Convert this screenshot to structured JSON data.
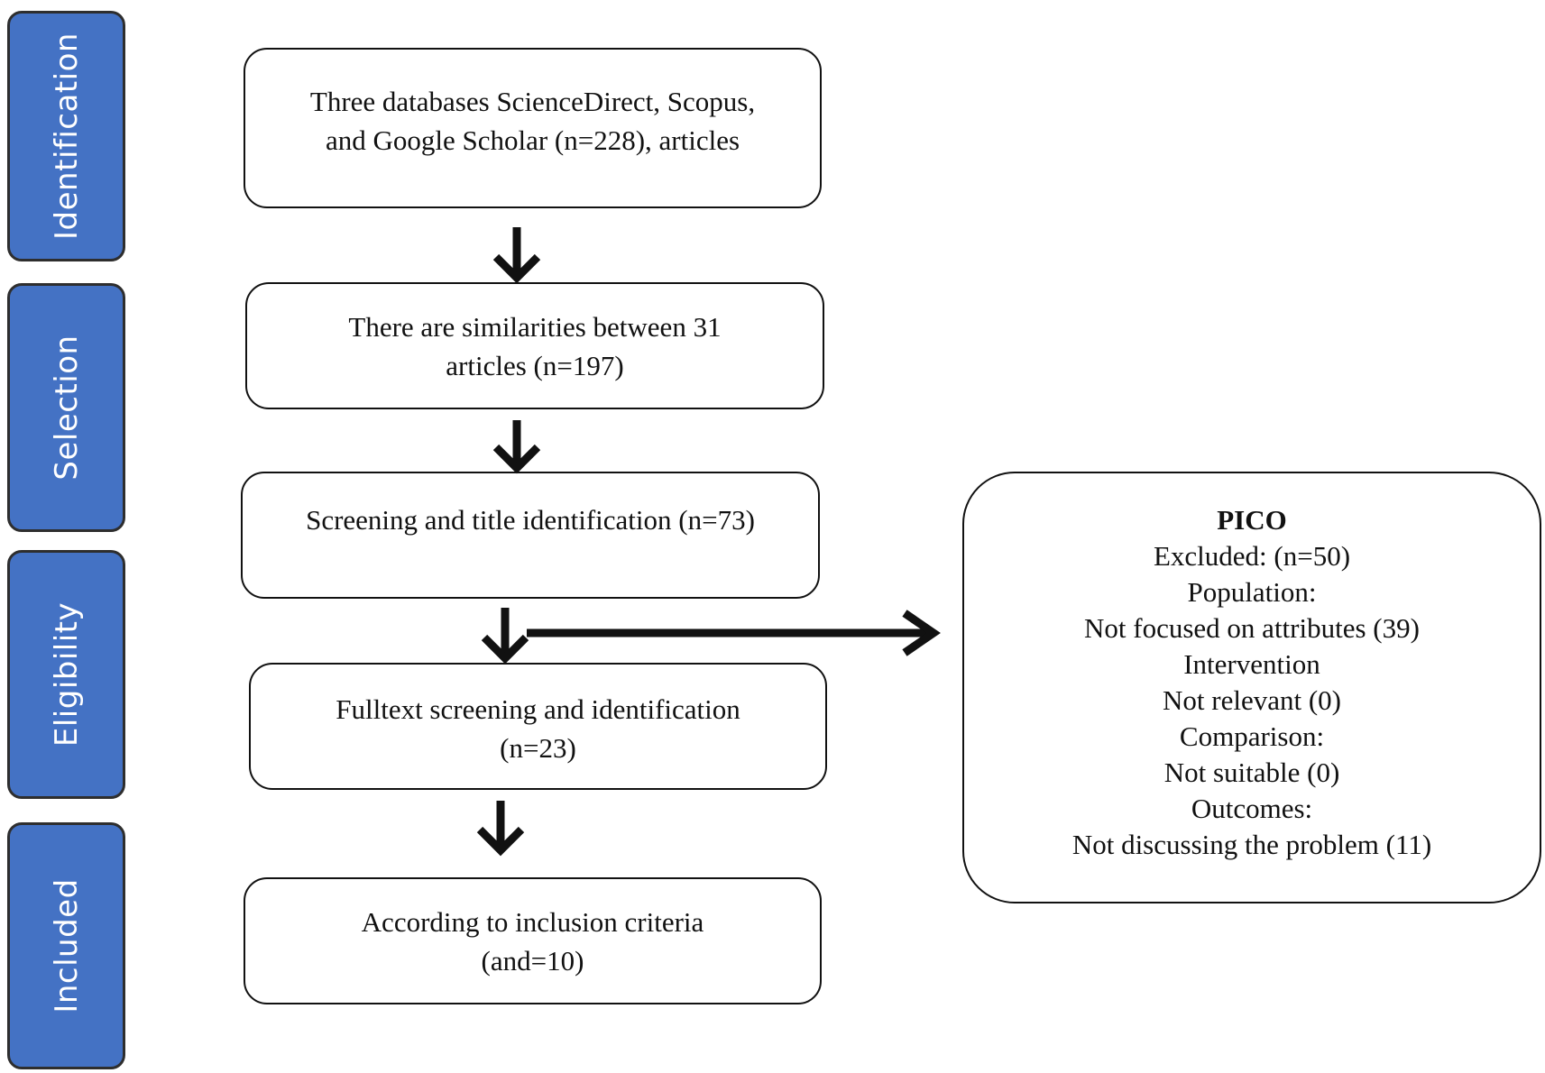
{
  "phases": [
    {
      "id": "identification",
      "label": "Identification"
    },
    {
      "id": "selection",
      "label": "Selection"
    },
    {
      "id": "eligibility",
      "label": "Eligibility"
    },
    {
      "id": "included",
      "label": "Included"
    }
  ],
  "boxes": {
    "identification": {
      "lines": [
        "Three databases ScienceDirect, Scopus,",
        "and Google Scholar (n=228), articles"
      ]
    },
    "similarities": {
      "lines": [
        "There are similarities  between 31",
        "articles  (n=197)"
      ]
    },
    "title_screening": {
      "lines": [
        "Screening and title  identification  (n=73)"
      ]
    },
    "fulltext_screening": {
      "lines": [
        "Fulltext screening and identification",
        "(n=23)"
      ]
    },
    "included": {
      "lines": [
        "According to inclusion  criteria",
        "(and=10)"
      ]
    }
  },
  "pico": {
    "title": "PICO",
    "lines": [
      "Excluded: (n=50)",
      "Population:",
      "Not focused on attributes  (39)",
      "Intervention",
      "Not relevant  (0)",
      "Comparison:",
      "Not suitable  (0)",
      "Outcomes:",
      "Not discussing  the problem  (11)"
    ]
  },
  "colors": {
    "phase_fill": "#4472c4",
    "phase_text": "#ffffff",
    "line": "#111111"
  }
}
